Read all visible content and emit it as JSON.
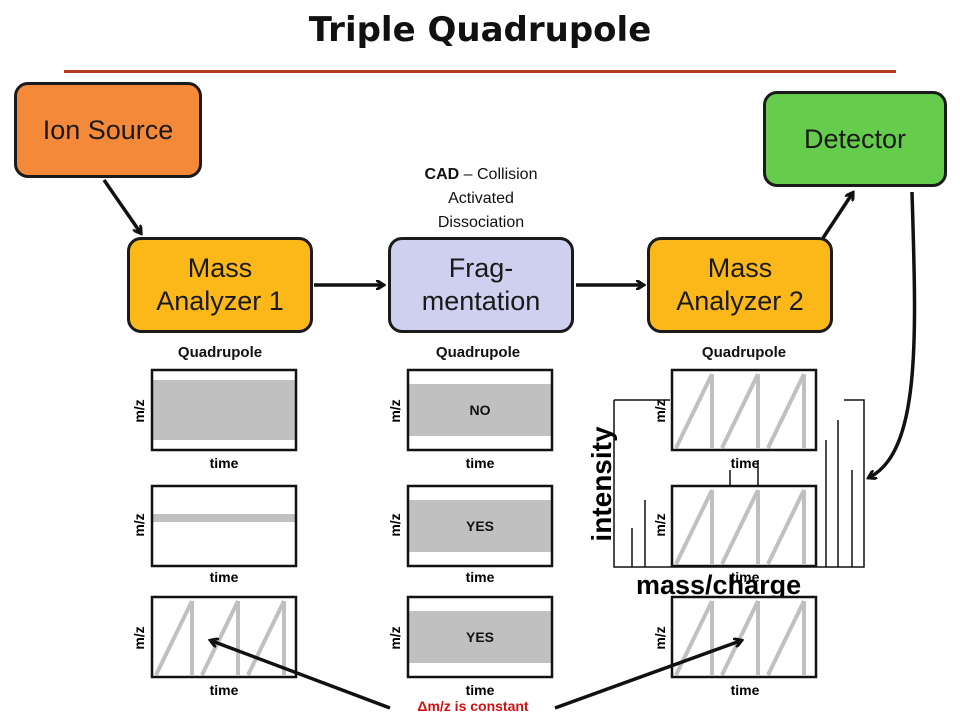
{
  "title": "Triple Quadrupole",
  "boxes": {
    "ion_source": "Ion Source",
    "detector": "Detector",
    "mass_analyzer_1": [
      "Mass",
      "Analyzer 1"
    ],
    "fragmentation": [
      "Frag-",
      "mentation"
    ],
    "mass_analyzer_2": [
      "Mass",
      "Analyzer 2"
    ]
  },
  "cad_note": {
    "abbr": "CAD",
    "line1": "– Collision",
    "line2": "Activated",
    "line3": "Dissociation"
  },
  "column_labels": [
    "Quadrupole",
    "Quadrupole",
    "Quadrupole"
  ],
  "axis": {
    "y": "m/z",
    "x": "time"
  },
  "frag_states": [
    "NO",
    "YES",
    "YES"
  ],
  "spectrum": {
    "ylabel": "intensity",
    "xlabel": "mass/charge"
  },
  "delta_note": "Δm/z is constant",
  "colors": {
    "ion_source": "#f5893a",
    "detector": "#66cc4c",
    "mass_analyzer": "#fbb818",
    "fragmentation": "#cfcff0",
    "band": "#c0c0c0",
    "title_rule": "#b33a1e",
    "delta_text": "#d01010"
  }
}
